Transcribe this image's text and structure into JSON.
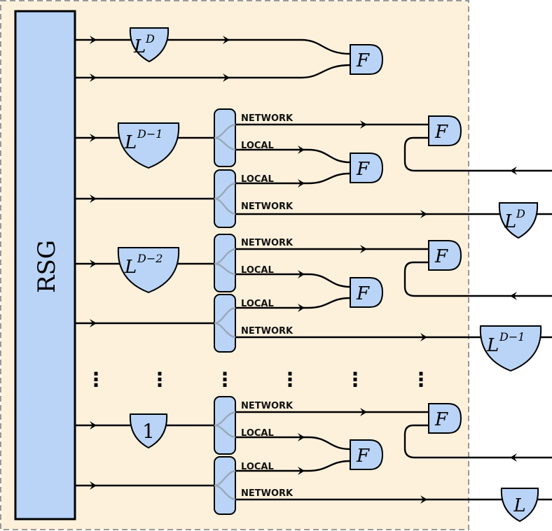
{
  "rsg_label": "RSG",
  "labels": {
    "network": "NETWORK",
    "local": "LOCAL"
  },
  "gates": {
    "F": "F"
  },
  "operators": {
    "LD_base": "L",
    "LD_sup": "D",
    "LD1_base": "L",
    "LD1_sup": "D−1",
    "LD2_base": "L",
    "LD2_sup": "D−2",
    "one": "1",
    "L": "L"
  },
  "ellipsis": "⋮",
  "colors": {
    "background_panel": "#fdf1dc",
    "panel_border": "#999999",
    "rsg_fill": "#b9d4f7",
    "shape_fill": "#b9d4f7",
    "wire": "#000000",
    "splitter_inner": "#9aa8b8"
  }
}
